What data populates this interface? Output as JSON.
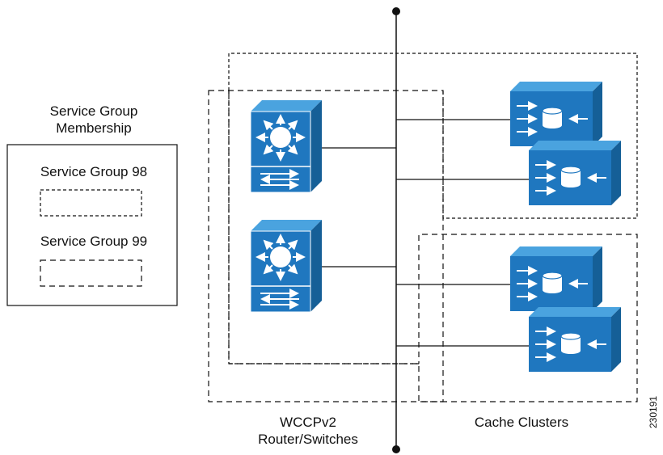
{
  "legend": {
    "title_line1": "Service Group",
    "title_line2": "Membership",
    "item1": "Service Group 98",
    "item2": "Service Group 99"
  },
  "labels": {
    "routers_line1": "WCCPv2",
    "routers_line2": "Router/Switches",
    "caches": "Cache Clusters",
    "figure_id": "230191"
  },
  "colors": {
    "device_blue": "#1f77bf",
    "device_dark": "#16609c",
    "line": "#111111"
  },
  "icons": [
    "layer3-switch-icon",
    "cache-engine-icon"
  ]
}
